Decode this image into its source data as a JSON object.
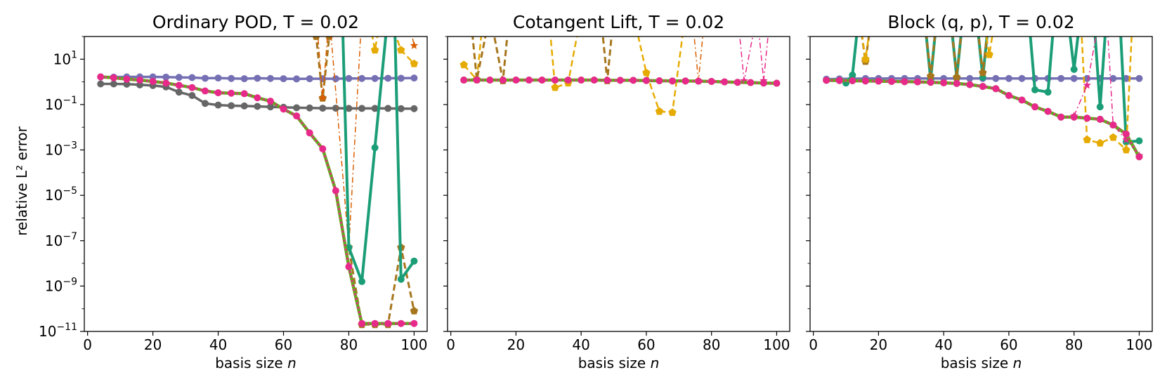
{
  "figure": {
    "ylabel": "relative L² error",
    "xlabel": "basis size n"
  },
  "chart_data": [
    {
      "type": "line",
      "title": "Ordinary POD,  T = 0.02",
      "xlabel": "basis size n",
      "ylabel": "relative L² error",
      "xlim": [
        -1,
        104
      ],
      "ylim_log10": [
        -11,
        2
      ],
      "x_ticks": [
        "0",
        "20",
        "40",
        "60",
        "80",
        "100"
      ],
      "y_ticks": [
        "10^1",
        "10^-1",
        "10^-3",
        "10^-5",
        "10^-7",
        "10^-9",
        "10^-11"
      ],
      "yscale": "log",
      "grid": false,
      "series": [
        {
          "color": "#666666",
          "style": "solid",
          "width": 3.5,
          "marker": "circle",
          "x": [
            4,
            8,
            12,
            16,
            20,
            24,
            28,
            32,
            36,
            40,
            44,
            48,
            52,
            56,
            60,
            64,
            68,
            72,
            76,
            80,
            84,
            88,
            92,
            96,
            100
          ],
          "log10_y": [
            -0.09,
            -0.09,
            -0.1,
            -0.13,
            -0.16,
            -0.22,
            -0.45,
            -0.6,
            -0.95,
            -1.02,
            -1.05,
            -1.06,
            -1.08,
            -1.1,
            -1.12,
            -1.14,
            -1.15,
            -1.16,
            -1.16,
            -1.17,
            -1.17,
            -1.17,
            -1.17,
            -1.18,
            -1.18
          ]
        },
        {
          "color": "#7570b3",
          "style": "solid",
          "width": 3.5,
          "marker": "circle",
          "x": [
            4,
            8,
            12,
            16,
            20,
            24,
            28,
            32,
            36,
            40,
            44,
            48,
            52,
            56,
            60,
            64,
            68,
            72,
            76,
            80,
            84,
            88,
            92,
            96,
            100
          ],
          "log10_y": [
            0.22,
            0.21,
            0.22,
            0.22,
            0.22,
            0.21,
            0.2,
            0.19,
            0.16,
            0.17,
            0.15,
            0.14,
            0.16,
            0.15,
            0.14,
            0.13,
            0.14,
            0.14,
            0.14,
            0.15,
            0.15,
            0.15,
            0.16,
            0.16,
            0.17
          ]
        },
        {
          "color": "#a6761d",
          "style": "dashed",
          "width": 3,
          "marker": "pentagon",
          "x": [
            68,
            70,
            72,
            74,
            76,
            78,
            80,
            84,
            88,
            92,
            96,
            100
          ],
          "log10_y": [
            3,
            2,
            -0.72,
            2,
            3,
            3,
            -7.3,
            -10.7,
            -10.7,
            -10.7,
            -7.3,
            -10.1
          ]
        },
        {
          "color": "#e6ab02",
          "style": "dashed",
          "width": 2.5,
          "marker": "pentagon",
          "x": [
            86,
            88,
            90,
            92,
            96,
            100
          ],
          "log10_y": [
            3,
            1.4,
            3,
            3,
            1.4,
            0.8
          ]
        },
        {
          "color": "#d95f02",
          "style": "dashdot",
          "width": 1.5,
          "marker": "star",
          "x": [
            70,
            72,
            74,
            80,
            84,
            98,
            100
          ],
          "log10_y": [
            3,
            -0.7,
            3,
            -7.3,
            3,
            3,
            1.6
          ]
        },
        {
          "color": "#1b9e77",
          "style": "solid",
          "width": 4,
          "marker": "circle",
          "x": [
            78,
            80,
            84,
            88,
            92,
            94,
            96,
            100
          ],
          "log10_y": [
            3,
            -7.3,
            -8.8,
            -2.9,
            3,
            3,
            -8.7,
            -7.9
          ]
        },
        {
          "color": "#66a61e",
          "style": "solid",
          "width": 4.5,
          "marker": "none",
          "x": [
            4,
            8,
            12,
            16,
            20,
            24,
            28,
            32,
            36,
            40,
            44,
            48,
            52,
            56,
            60,
            64,
            68,
            72,
            76,
            80,
            84,
            88,
            92,
            96,
            100
          ],
          "log10_y": [
            0.22,
            0.18,
            0.12,
            0.08,
            0.02,
            -0.05,
            -0.15,
            -0.25,
            -0.4,
            -0.48,
            -0.5,
            -0.52,
            -0.7,
            -0.85,
            -1.2,
            -1.5,
            -2.25,
            -2.95,
            -4.8,
            -8.15,
            -10.65,
            -10.65,
            -10.65,
            -10.65,
            -10.65
          ]
        },
        {
          "color": "#e7298a",
          "style": "dotted",
          "width": 3,
          "marker": "circle",
          "x": [
            4,
            8,
            12,
            16,
            20,
            24,
            28,
            32,
            36,
            40,
            44,
            48,
            52,
            56,
            60,
            64,
            68,
            72,
            76,
            80,
            84,
            88,
            92,
            96,
            100
          ],
          "log10_y": [
            0.22,
            0.18,
            0.12,
            0.08,
            0.02,
            -0.05,
            -0.15,
            -0.25,
            -0.4,
            -0.48,
            -0.5,
            -0.52,
            -0.7,
            -0.85,
            -1.2,
            -1.5,
            -2.25,
            -2.95,
            -4.8,
            -8.15,
            -10.65,
            -10.65,
            -10.65,
            -10.65,
            -10.65
          ]
        }
      ]
    },
    {
      "type": "line",
      "title": "Cotangent Lift,  T = 0.02",
      "xlabel": "basis size n",
      "xlim": [
        -1,
        104
      ],
      "ylim_log10": [
        -11,
        2
      ],
      "x_ticks": [
        "0",
        "20",
        "40",
        "60",
        "80",
        "100"
      ],
      "yscale": "log",
      "grid": false,
      "series": [
        {
          "color": "#e6ab02",
          "style": "dashed",
          "width": 2.5,
          "marker": "pentagon",
          "x": [
            4,
            8,
            10,
            30,
            32,
            36,
            40,
            56,
            60,
            64,
            68,
            72
          ],
          "log10_y": [
            0.75,
            0.1,
            3,
            3,
            -0.25,
            -0.05,
            3,
            3,
            0.4,
            -1.3,
            -1.35,
            3
          ]
        },
        {
          "color": "#a6761d",
          "style": "dashed",
          "width": 3,
          "marker": "pentagon",
          "x": [
            6,
            8,
            12,
            16,
            18,
            46,
            48,
            50
          ],
          "log10_y": [
            3,
            0.1,
            3,
            0.05,
            3,
            3,
            0.05,
            3
          ]
        },
        {
          "color": "#d95f02",
          "style": "dashdot",
          "width": 1.5,
          "marker": "star",
          "x": [
            74,
            76,
            78
          ],
          "log10_y": [
            3,
            0.05,
            3
          ]
        },
        {
          "color": "#e7298a",
          "style": "dashdot",
          "width": 1.5,
          "marker": "star",
          "x": [
            88,
            90,
            94,
            96,
            98
          ],
          "log10_y": [
            3,
            0.05,
            3,
            0.05,
            3
          ]
        },
        {
          "color": "#66a61e",
          "style": "solid",
          "width": 4.5,
          "marker": "circle",
          "x": [
            4,
            8,
            12,
            16,
            20,
            24,
            28,
            32,
            36,
            40,
            44,
            48,
            52,
            56,
            60,
            64,
            68,
            72,
            76,
            80,
            84,
            88,
            92,
            96,
            100
          ],
          "log10_y": [
            0.08,
            0.08,
            0.08,
            0.08,
            0.08,
            0.08,
            0.08,
            0.08,
            0.08,
            0.08,
            0.08,
            0.07,
            0.07,
            0.07,
            0.06,
            0.05,
            0.04,
            0.04,
            0.03,
            0.02,
            0.0,
            -0.02,
            -0.03,
            -0.05,
            -0.06
          ]
        },
        {
          "color": "#e7298a",
          "style": "dotted",
          "width": 3,
          "marker": "circle",
          "x": [
            4,
            8,
            12,
            16,
            20,
            24,
            28,
            32,
            36,
            40,
            44,
            48,
            52,
            56,
            60,
            64,
            68,
            72,
            76,
            80,
            84,
            88,
            92,
            96,
            100
          ],
          "log10_y": [
            0.08,
            0.08,
            0.08,
            0.08,
            0.08,
            0.08,
            0.08,
            0.08,
            0.08,
            0.08,
            0.08,
            0.07,
            0.07,
            0.07,
            0.06,
            0.05,
            0.04,
            0.04,
            0.03,
            0.02,
            0.0,
            -0.02,
            -0.03,
            -0.05,
            -0.06
          ]
        }
      ]
    },
    {
      "type": "line",
      "title": "Block (q, p),  T = 0.02",
      "xlabel": "basis size n",
      "xlim": [
        -1,
        104
      ],
      "ylim_log10": [
        -11,
        2
      ],
      "x_ticks": [
        "0",
        "20",
        "40",
        "60",
        "80",
        "100"
      ],
      "yscale": "log",
      "grid": false,
      "series": [
        {
          "color": "#7570b3",
          "style": "solid",
          "width": 3.5,
          "marker": "circle",
          "x": [
            4,
            8,
            12,
            16,
            20,
            24,
            28,
            32,
            36,
            40,
            44,
            48,
            52,
            56,
            60,
            64,
            68,
            72,
            76,
            80,
            84,
            88,
            92,
            96,
            100
          ],
          "log10_y": [
            0.12,
            0.13,
            0.14,
            0.15,
            0.15,
            0.15,
            0.15,
            0.15,
            0.15,
            0.15,
            0.15,
            0.15,
            0.15,
            0.15,
            0.15,
            0.15,
            0.15,
            0.15,
            0.15,
            0.15,
            0.15,
            0.15,
            0.15,
            0.15,
            0.15
          ]
        },
        {
          "color": "#1b9e77",
          "style": "solid",
          "width": 4,
          "marker": "circle",
          "x": [
            10,
            12,
            14,
            16,
            18,
            34,
            36,
            38,
            42,
            44,
            46,
            50,
            52,
            54,
            66,
            68,
            72,
            74,
            78,
            80,
            82,
            86,
            88,
            90,
            94,
            96,
            100
          ],
          "log10_y": [
            -0.05,
            0.3,
            3,
            3,
            3,
            3,
            0.1,
            3,
            3,
            0.2,
            3,
            3,
            0.2,
            3,
            3,
            -0.35,
            -0.45,
            3,
            3,
            0.55,
            3,
            3,
            -1.1,
            3,
            3,
            -2.65,
            -2.6
          ]
        },
        {
          "color": "#a6761d",
          "style": "dashed",
          "width": 3,
          "marker": "pentagon",
          "x": [
            14,
            16,
            18,
            34,
            36,
            38,
            42,
            44,
            46,
            50,
            52,
            54
          ],
          "log10_y": [
            3,
            0.9,
            3,
            3,
            0.25,
            3,
            3,
            0.2,
            3,
            3,
            0.4,
            3
          ]
        },
        {
          "color": "#e6ab02",
          "style": "dashed",
          "width": 2.5,
          "marker": "pentagon",
          "x": [
            14,
            16,
            18,
            52,
            54,
            56,
            82,
            84,
            88,
            92,
            96,
            98
          ],
          "log10_y": [
            3,
            1.0,
            3,
            3,
            1.2,
            3,
            3,
            -2.55,
            -2.7,
            -2.45,
            -3.0,
            3
          ]
        },
        {
          "color": "#e7298a",
          "style": "dashdot",
          "width": 1.5,
          "marker": "star",
          "x": [
            80,
            84,
            88,
            90,
            92,
            96,
            100
          ],
          "log10_y": [
            -1.5,
            -0.15,
            3,
            3,
            -1.9,
            -2.55,
            -3.25
          ]
        },
        {
          "color": "#66a61e",
          "style": "solid",
          "width": 4.5,
          "marker": "circle",
          "x": [
            4,
            8,
            12,
            16,
            20,
            24,
            28,
            32,
            36,
            40,
            44,
            48,
            52,
            56,
            60,
            64,
            68,
            72,
            76,
            80,
            84,
            88,
            92,
            96,
            100
          ],
          "log10_y": [
            0.07,
            0.06,
            0.05,
            0.04,
            0.03,
            0.02,
            0.01,
            0.0,
            -0.02,
            -0.04,
            -0.07,
            -0.12,
            -0.2,
            -0.3,
            -0.6,
            -0.8,
            -1.1,
            -1.3,
            -1.55,
            -1.55,
            -1.6,
            -1.65,
            -1.9,
            -2.3,
            -3.3
          ]
        },
        {
          "color": "#e7298a",
          "style": "dotted",
          "width": 3,
          "marker": "circle",
          "x": [
            4,
            8,
            12,
            16,
            20,
            24,
            28,
            32,
            36,
            40,
            44,
            48,
            52,
            56,
            60,
            64,
            68,
            72,
            76,
            80,
            84,
            88,
            92,
            96,
            100
          ],
          "log10_y": [
            0.07,
            0.06,
            0.05,
            0.04,
            0.03,
            0.02,
            0.01,
            0.0,
            -0.02,
            -0.04,
            -0.07,
            -0.12,
            -0.2,
            -0.3,
            -0.6,
            -0.8,
            -1.1,
            -1.3,
            -1.55,
            -1.55,
            -1.6,
            -1.65,
            -1.9,
            -2.3,
            -3.3
          ]
        }
      ]
    }
  ]
}
